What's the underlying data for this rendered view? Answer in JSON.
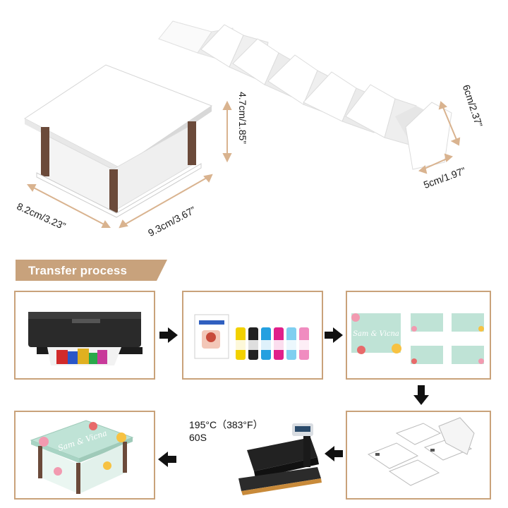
{
  "dimensions": {
    "length": "8.2cm/3.23”",
    "width": "9.3cm/3.67”",
    "height": "4.7cm/1.85”",
    "card_height": "6cm/2.37”",
    "card_width": "5cm/1.97”"
  },
  "section_title": "Transfer process",
  "steps": {
    "press_temperature": "195°C（383°F）",
    "press_time": "60S"
  },
  "design_text": "Sam & Vicna",
  "colors": {
    "accent": "#c9a27a",
    "banner": "#c8a27c",
    "card_mint": "#bfe3d6",
    "arrow": "#111111"
  },
  "icons": {
    "step_arrow": "arrow-icon",
    "dimension_arrow": "double-arrow-icon"
  }
}
